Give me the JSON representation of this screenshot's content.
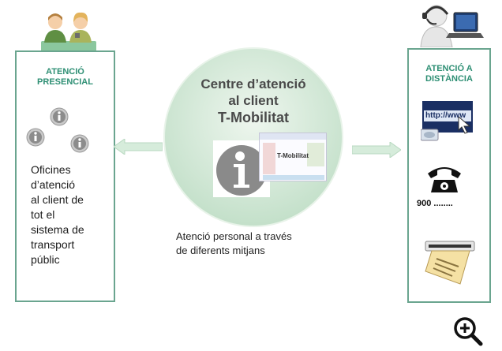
{
  "left": {
    "title": "ATENCIÓ\nPRESENCIAL",
    "description": "Oficines\nd’atenció\nal client de\ntot el\nsistema de\ntransport\npúblic",
    "icons": [
      "people-at-desk-icon",
      "info-badge-icon"
    ]
  },
  "center": {
    "title_line1": "Centre d’atenció",
    "title_line2": "al client",
    "title_line3": "T-Mobilitat",
    "thumbnail_label": "T-Mobilitat",
    "caption": "Atenció personal a través\nde diferents mitjans"
  },
  "right": {
    "title": "ATENCIÓ A\nDISTÀNCIA",
    "web_label": "http://www",
    "phone_number": "900 ........",
    "icons": [
      "call-center-agent-icon",
      "web-browser-icon",
      "telephone-icon",
      "mail-envelope-icon"
    ]
  },
  "colors": {
    "accent": "#2e8f74",
    "panel_border": "#6aa58f",
    "circle": "#cde5d2",
    "arrow": "#d6ecdb"
  },
  "zoom_icon": "zoom-in-icon"
}
